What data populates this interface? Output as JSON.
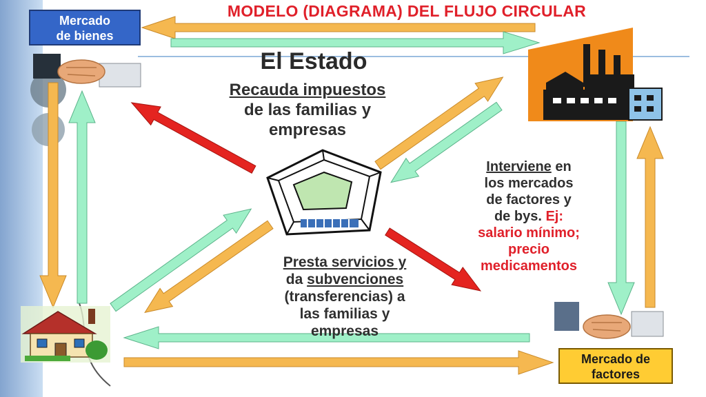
{
  "title": "MODELO (DIAGRAMA) DEL FLUJO CIRCULAR",
  "nodes": {
    "mercado_bienes": {
      "line1": "Mercado",
      "line2": "de bienes"
    },
    "mercado_factores": {
      "line1": "Mercado de",
      "line2": "factores"
    },
    "estado": "El Estado"
  },
  "texts": {
    "recauda": {
      "line1": "Recauda impuestos",
      "line2": "de las familias y",
      "line3": "empresas"
    },
    "interviene": {
      "word": "Interviene",
      "line1_rest": " en",
      "line2": "los mercados",
      "line3": "de factores y",
      "line4_start": "de bys. ",
      "example_label": "Ej:",
      "example_line1": "salario mínimo;",
      "example_line2": "precio",
      "example_line3": "medicamentos"
    },
    "presta": {
      "line1": "Presta servicios y",
      "line2_start": "da ",
      "line2_underlined": "subvenciones",
      "line3": "(transferencias) a",
      "line4": "las familias y",
      "line5": "empresas"
    }
  },
  "colors": {
    "flow_orange": "#f5b850",
    "flow_green": "#9ff0c8",
    "arrow_red": "#e42420",
    "title_red": "#e0202a",
    "bienes_blue": "#3466c8",
    "factores_yellow": "#ffcc33"
  },
  "icons": {
    "factory": "factory-icon",
    "house": "house-icon",
    "handshake": "handshake-icon",
    "government": "government-building-icon"
  }
}
